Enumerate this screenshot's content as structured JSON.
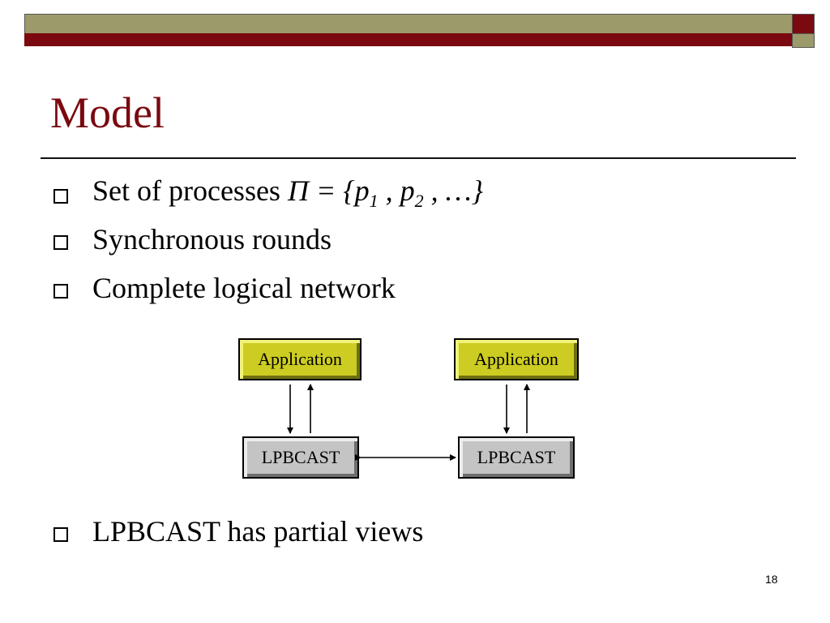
{
  "slide": {
    "title": "Model",
    "page_number": "18"
  },
  "bullets": {
    "b1_text": "Set of processes",
    "b1_math_prefix": "Π = {p",
    "b1_sub1": "1",
    "b1_math_mid": " , p",
    "b1_sub2": "2",
    "b1_math_suffix": " ,  …}",
    "b2": "Synchronous rounds",
    "b3": "Complete logical network",
    "b4": "LPBCAST has partial views"
  },
  "diagram": {
    "left_app": "Application",
    "right_app": "Application",
    "left_lpbcast": "LPBCAST",
    "right_lpbcast": "LPBCAST"
  },
  "colors": {
    "title": "#7a0a10",
    "band_dark": "#7a0a10",
    "band_light": "#9c9a6a",
    "app_fill": "#cccc22",
    "lpbcast_fill": "#c4c4c4"
  }
}
